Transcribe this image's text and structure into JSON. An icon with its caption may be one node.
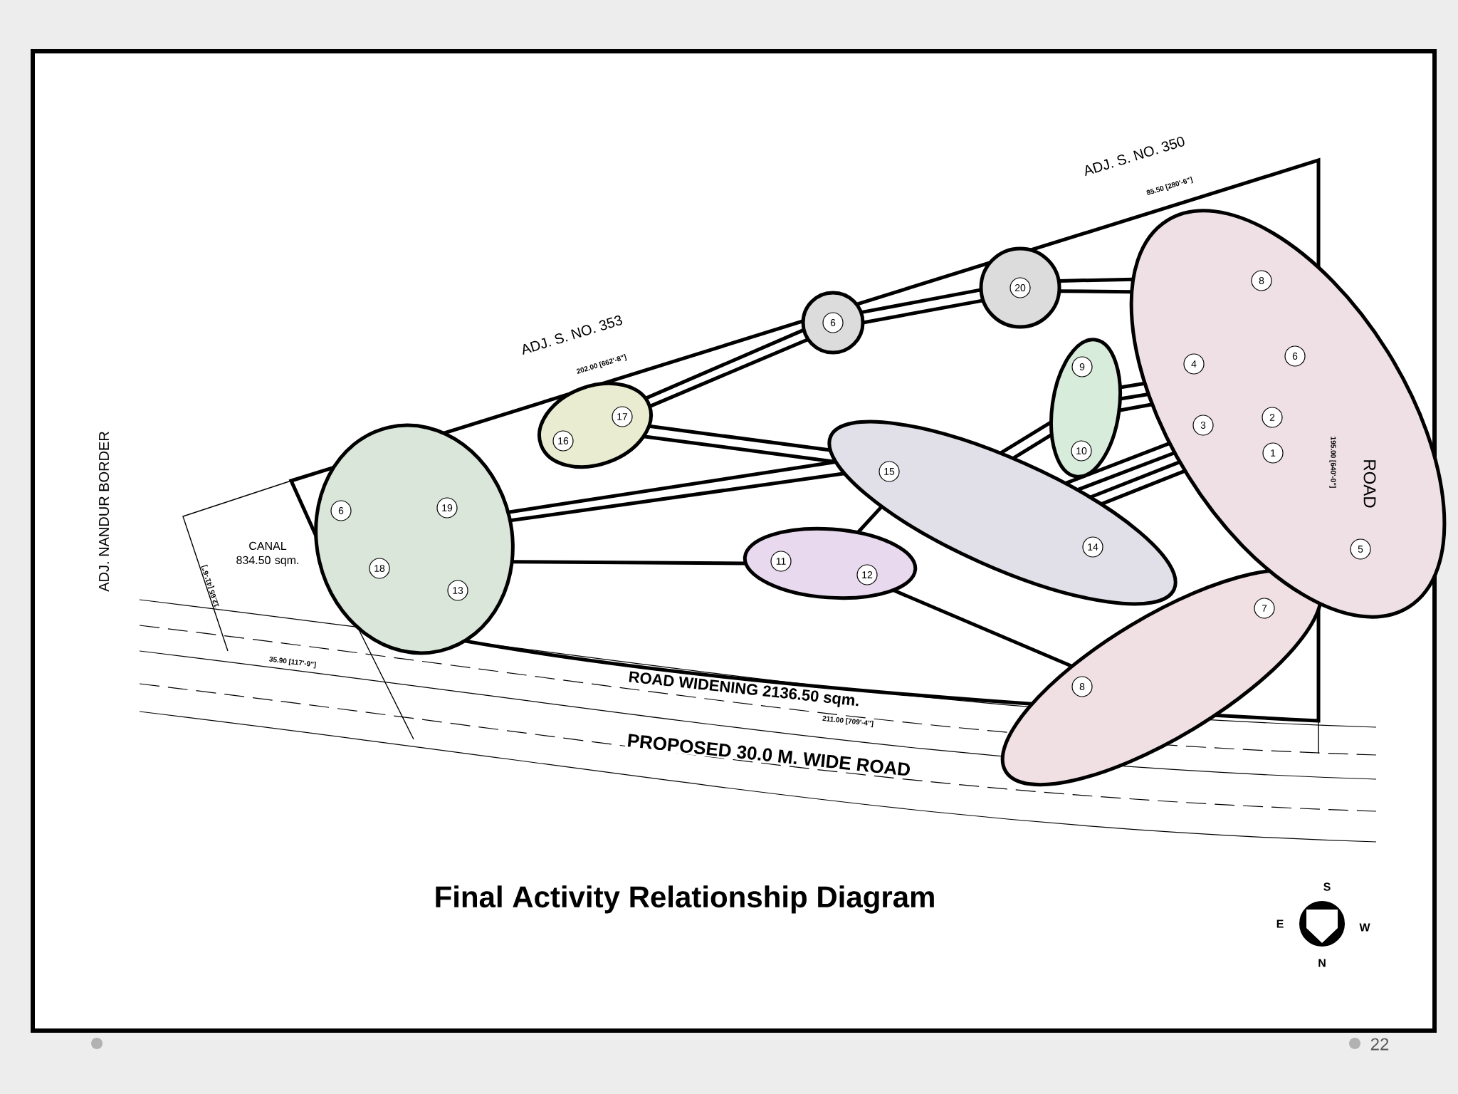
{
  "diagram": {
    "title": "Final Activity Relationship Diagram",
    "nodes": [
      {
        "text": [],
        "shape": "ellipse"
      },
      {
        "text": [
          "6"
        ],
        "in": 0
      },
      {
        "text": [
          "19"
        ],
        "in": 0
      },
      {
        "text": [
          "18"
        ],
        "in": 0
      },
      {
        "text": [
          "13"
        ],
        "in": 0
      },
      {
        "text": [],
        "shape": "ellipse"
      },
      {
        "text": [
          "16"
        ],
        "in": 5
      },
      {
        "text": [
          "17"
        ],
        "in": 5
      },
      {
        "text": [],
        "shape": "circle"
      },
      {
        "text": [
          "6"
        ],
        "in": 8
      },
      {
        "text": [],
        "shape": "ellipse"
      },
      {
        "text": [
          "11"
        ],
        "in": 10
      },
      {
        "text": [
          "12"
        ],
        "in": 10
      },
      {
        "text": [],
        "shape": "ellipse"
      },
      {
        "text": [
          "15"
        ],
        "in": 13
      },
      {
        "text": [
          "14"
        ],
        "in": 13
      },
      {
        "text": [],
        "shape": "circle"
      },
      {
        "text": [
          "20"
        ],
        "in": 16
      },
      {
        "text": [],
        "shape": "ellipse"
      },
      {
        "text": [
          "9"
        ],
        "in": 18
      },
      {
        "text": [
          "10"
        ],
        "in": 18
      },
      {
        "text": [],
        "shape": "ellipse"
      },
      {
        "text": [
          "7"
        ],
        "in": 21
      },
      {
        "text": [
          "8"
        ],
        "in": 21
      },
      {
        "text": [],
        "shape": "ellipse"
      },
      {
        "text": [
          "8"
        ],
        "in": 24
      },
      {
        "text": [
          "4"
        ],
        "in": 24
      },
      {
        "text": [
          "6"
        ],
        "in": 24
      },
      {
        "text": [
          "3"
        ],
        "in": 24
      },
      {
        "text": [
          "2"
        ],
        "in": 24
      },
      {
        "text": [
          "1"
        ],
        "in": 24
      },
      {
        "text": [
          "5"
        ],
        "in": 24
      }
    ],
    "edges": [
      {
        "from": 0,
        "to": 13,
        "arrow": "none"
      },
      {
        "from": 0,
        "to": 13,
        "arrow": "none"
      },
      {
        "from": 0,
        "to": 10,
        "arrow": "none"
      },
      {
        "from": 5,
        "to": 8,
        "arrow": "none"
      },
      {
        "from": 5,
        "to": 8,
        "arrow": "none"
      },
      {
        "from": 5,
        "to": 13,
        "arrow": "none"
      },
      {
        "from": 5,
        "to": 13,
        "arrow": "none"
      },
      {
        "from": 8,
        "to": 16,
        "arrow": "none"
      },
      {
        "from": 8,
        "to": 16,
        "arrow": "none"
      },
      {
        "from": 16,
        "to": 24,
        "arrow": "none"
      },
      {
        "from": 16,
        "to": 24,
        "arrow": "none"
      },
      {
        "from": 10,
        "to": 13,
        "arrow": "none"
      },
      {
        "from": 10,
        "to": 21,
        "arrow": "none"
      },
      {
        "from": 13,
        "to": 18,
        "arrow": "none"
      },
      {
        "from": 13,
        "to": 18,
        "arrow": "none"
      },
      {
        "from": 13,
        "to": 24,
        "arrow": "none"
      },
      {
        "from": 13,
        "to": 24,
        "arrow": "none"
      },
      {
        "from": 13,
        "to": 24,
        "arrow": "none"
      },
      {
        "from": 13,
        "to": 24,
        "arrow": "none"
      },
      {
        "from": 18,
        "to": 24,
        "arrow": "none"
      },
      {
        "from": 18,
        "to": 24,
        "arrow": "none"
      },
      {
        "from": 18,
        "to": 24,
        "arrow": "none"
      }
    ],
    "labels": [
      "ADJ. S. NO. 350",
      "85.50 [280'-6\"]",
      "ADJ. S. NO. 353",
      "202.00 [662'-8\"]",
      "ADJ. NANDUR BORDER",
      "CANAL 834.50 sqm.",
      "12.65 [41'-6\"]",
      "195.00 [640'-0\"]",
      "ROAD",
      "35.90 [117'-9\"]",
      "ROAD WIDENING 2136.50 sqm.",
      "211.00 [709'-4\"]",
      "PROPOSED 30.0 M. WIDE ROAD",
      "S",
      "E",
      "W",
      "N",
      "22"
    ]
  }
}
